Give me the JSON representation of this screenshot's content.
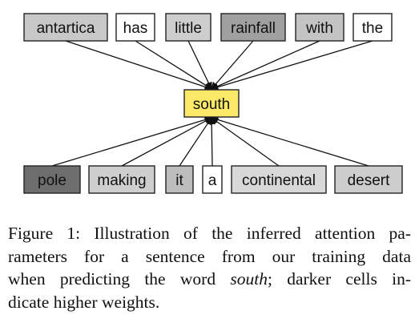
{
  "diagram": {
    "top_words": [
      {
        "text": "antartica",
        "fill": "#c8c8c8"
      },
      {
        "text": "has",
        "fill": "#ffffff"
      },
      {
        "text": "little",
        "fill": "#cecece"
      },
      {
        "text": "rainfall",
        "fill": "#a0a0a0"
      },
      {
        "text": "with",
        "fill": "#c4c4c4"
      },
      {
        "text": "the",
        "fill": "#ffffff"
      }
    ],
    "target_word": {
      "text": "south",
      "fill": "#fde968"
    },
    "bottom_words": [
      {
        "text": "pole",
        "fill": "#6e6e6e"
      },
      {
        "text": "making",
        "fill": "#cfcfcf"
      },
      {
        "text": "it",
        "fill": "#bdbdbd"
      },
      {
        "text": "a",
        "fill": "#ffffff"
      },
      {
        "text": "continental",
        "fill": "#d8d8d8"
      },
      {
        "text": "desert",
        "fill": "#cdcdcd"
      }
    ]
  },
  "caption": {
    "line1": "Figure 1: Illustration of the inferred attention pa-",
    "line2": "rameters for a sentence from our training data",
    "line3_before": "when predicting the word ",
    "line3_em": "south",
    "line3_after": "; darker cells in-",
    "line4": "dicate higher weights."
  }
}
